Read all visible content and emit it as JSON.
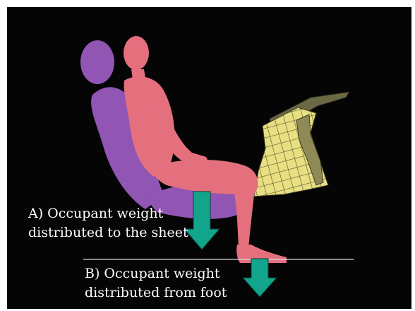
{
  "labels": {
    "a": {
      "line1": "A) Occupant weight",
      "line2": "distributed to the sheet"
    },
    "b": {
      "line1": "B) Occupant weight",
      "line2": "distributed from foot"
    }
  },
  "colors": {
    "background": "#050505",
    "seat": "#9155b4",
    "occupant": "#e4707e",
    "dashboard_mesh": "#e8df83",
    "arrow": "#11a58c",
    "floor_line": "#d9d9d9",
    "text": "#ffffff"
  }
}
